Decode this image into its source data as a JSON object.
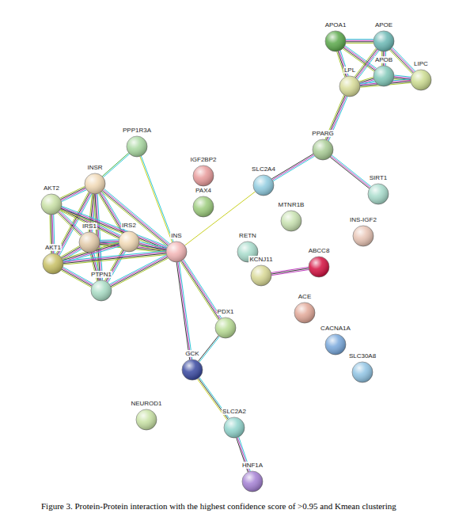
{
  "diagram": {
    "caption": "Figure 3. Protein-Protein interaction with the highest confidence score of  >0.95 and Kmean clustering",
    "nodes": [
      {
        "text": [
          "APOA1"
        ]
      },
      {
        "text": [
          "APOE"
        ]
      },
      {
        "text": [
          "APOB"
        ]
      },
      {
        "text": [
          "LPL"
        ]
      },
      {
        "text": [
          "LIPC"
        ]
      },
      {
        "text": [
          "PPARG"
        ]
      },
      {
        "text": [
          "PPP1R3A"
        ]
      },
      {
        "text": [
          "IGF2BP2"
        ]
      },
      {
        "text": [
          "INSR"
        ]
      },
      {
        "text": [
          "SLC2A4"
        ]
      },
      {
        "text": [
          "SIRT1"
        ]
      },
      {
        "text": [
          "AKT2"
        ]
      },
      {
        "text": [
          "PAX4"
        ]
      },
      {
        "text": [
          "MTNR1B"
        ]
      },
      {
        "text": [
          "INS-IGF2"
        ]
      },
      {
        "text": [
          "IRS1"
        ]
      },
      {
        "text": [
          "IRS2"
        ]
      },
      {
        "text": [
          "INS"
        ]
      },
      {
        "text": [
          "RETN"
        ]
      },
      {
        "text": [
          "ABCC8"
        ]
      },
      {
        "text": [
          "AKT1"
        ]
      },
      {
        "text": [
          "KCNJ11"
        ]
      },
      {
        "text": [
          "PTPN1"
        ]
      },
      {
        "text": [
          "ACE"
        ]
      },
      {
        "text": [
          "PDX1"
        ]
      },
      {
        "text": [
          "CACNA1A"
        ]
      },
      {
        "text": [
          "GCK"
        ]
      },
      {
        "text": [
          "SLC30A8"
        ]
      },
      {
        "text": [
          "NEUROD1"
        ]
      },
      {
        "text": [
          "SLC2A2"
        ]
      },
      {
        "text": [
          "HNF1A"
        ]
      }
    ],
    "edges": [
      {
        "from": 0,
        "to": 1,
        "arrow": "none"
      },
      {
        "from": 0,
        "to": 2,
        "arrow": "none"
      },
      {
        "from": 0,
        "to": 3,
        "arrow": "none"
      },
      {
        "from": 1,
        "to": 2,
        "arrow": "none"
      },
      {
        "from": 1,
        "to": 3,
        "arrow": "none"
      },
      {
        "from": 1,
        "to": 4,
        "arrow": "none"
      },
      {
        "from": 2,
        "to": 3,
        "arrow": "none"
      },
      {
        "from": 2,
        "to": 4,
        "arrow": "none"
      },
      {
        "from": 3,
        "to": 4,
        "arrow": "none"
      },
      {
        "from": 3,
        "to": 5,
        "arrow": "none"
      },
      {
        "from": 5,
        "to": 9,
        "arrow": "none"
      },
      {
        "from": 5,
        "to": 10,
        "arrow": "none"
      },
      {
        "from": 9,
        "to": 17,
        "arrow": "none"
      },
      {
        "from": 6,
        "to": 8,
        "arrow": "none"
      },
      {
        "from": 6,
        "to": 17,
        "arrow": "none"
      },
      {
        "from": 8,
        "to": 11,
        "arrow": "none"
      },
      {
        "from": 8,
        "to": 15,
        "arrow": "none"
      },
      {
        "from": 8,
        "to": 16,
        "arrow": "none"
      },
      {
        "from": 8,
        "to": 20,
        "arrow": "none"
      },
      {
        "from": 8,
        "to": 22,
        "arrow": "none"
      },
      {
        "from": 8,
        "to": 17,
        "arrow": "none"
      },
      {
        "from": 11,
        "to": 15,
        "arrow": "none"
      },
      {
        "from": 11,
        "to": 16,
        "arrow": "none"
      },
      {
        "from": 11,
        "to": 20,
        "arrow": "none"
      },
      {
        "from": 11,
        "to": 17,
        "arrow": "none"
      },
      {
        "from": 15,
        "to": 16,
        "arrow": "none"
      },
      {
        "from": 15,
        "to": 20,
        "arrow": "none"
      },
      {
        "from": 15,
        "to": 22,
        "arrow": "none"
      },
      {
        "from": 15,
        "to": 17,
        "arrow": "none"
      },
      {
        "from": 16,
        "to": 20,
        "arrow": "none"
      },
      {
        "from": 16,
        "to": 22,
        "arrow": "none"
      },
      {
        "from": 16,
        "to": 17,
        "arrow": "none"
      },
      {
        "from": 20,
        "to": 22,
        "arrow": "none"
      },
      {
        "from": 20,
        "to": 17,
        "arrow": "none"
      },
      {
        "from": 22,
        "to": 17,
        "arrow": "none"
      },
      {
        "from": 17,
        "to": 24,
        "arrow": "none"
      },
      {
        "from": 17,
        "to": 26,
        "arrow": "none"
      },
      {
        "from": 24,
        "to": 26,
        "arrow": "none"
      },
      {
        "from": 26,
        "to": 29,
        "arrow": "none"
      },
      {
        "from": 29,
        "to": 30,
        "arrow": "none"
      },
      {
        "from": 21,
        "to": 19,
        "arrow": "none"
      }
    ]
  }
}
